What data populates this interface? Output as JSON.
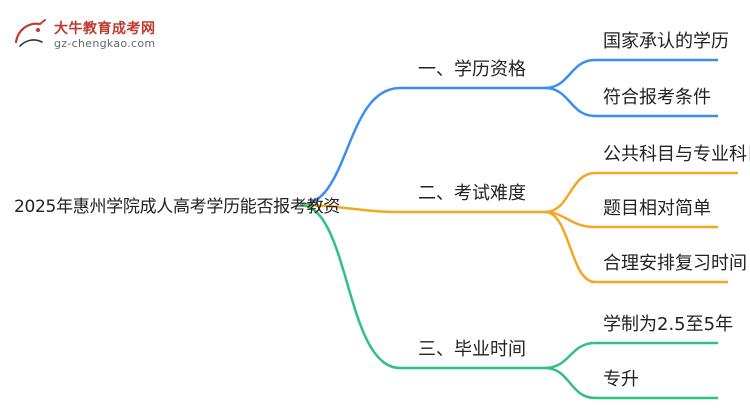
{
  "logo": {
    "title": "大牛教育成考网",
    "url": "gz-chengkao.com",
    "mark_text": "大牛",
    "icon": "bull-logo-icon"
  },
  "root": {
    "label": "2025年惠州学院成人高考学历能否报考教资"
  },
  "colors": {
    "branch1": "#3b8ef0",
    "branch2": "#f5a623",
    "branch3": "#2ec27e",
    "root_connector": "#3b8ef0",
    "logo_red": "#c0392b"
  },
  "branches": [
    {
      "label": "一、学历资格",
      "leaves": [
        "国家承认的学历",
        "符合报考条件"
      ]
    },
    {
      "label": "二、考试难度",
      "leaves": [
        "公共科目与专业科目",
        "题目相对简单",
        "合理安排复习时间"
      ]
    },
    {
      "label": "三、毕业时间",
      "leaves": [
        "学制为2.5至5年",
        "专升"
      ]
    }
  ]
}
